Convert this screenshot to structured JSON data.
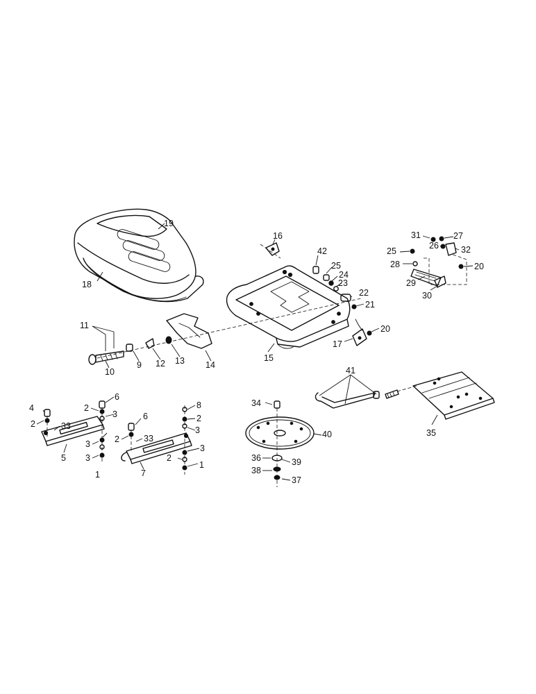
{
  "callouts": [
    {
      "id": "c1a",
      "label": "1"
    },
    {
      "id": "c1b",
      "label": "1"
    },
    {
      "id": "c2a",
      "label": "2"
    },
    {
      "id": "c2b",
      "label": "2"
    },
    {
      "id": "c2c",
      "label": "2"
    },
    {
      "id": "c2d",
      "label": "2"
    },
    {
      "id": "c2e",
      "label": "2"
    },
    {
      "id": "c3a",
      "label": "3"
    },
    {
      "id": "c3b",
      "label": "3"
    },
    {
      "id": "c3c",
      "label": "3"
    },
    {
      "id": "c3d",
      "label": "3"
    },
    {
      "id": "c3e",
      "label": "3"
    },
    {
      "id": "c4",
      "label": "4"
    },
    {
      "id": "c5",
      "label": "5"
    },
    {
      "id": "c6a",
      "label": "6"
    },
    {
      "id": "c6b",
      "label": "6"
    },
    {
      "id": "c7",
      "label": "7"
    },
    {
      "id": "c8",
      "label": "8"
    },
    {
      "id": "c9",
      "label": "9"
    },
    {
      "id": "c10",
      "label": "10"
    },
    {
      "id": "c11",
      "label": "11"
    },
    {
      "id": "c12",
      "label": "12"
    },
    {
      "id": "c13",
      "label": "13"
    },
    {
      "id": "c14",
      "label": "14"
    },
    {
      "id": "c15",
      "label": "15"
    },
    {
      "id": "c16",
      "label": "16"
    },
    {
      "id": "c17",
      "label": "17"
    },
    {
      "id": "c18",
      "label": "18"
    },
    {
      "id": "c19",
      "label": "19"
    },
    {
      "id": "c20a",
      "label": "20"
    },
    {
      "id": "c20b",
      "label": "20"
    },
    {
      "id": "c21",
      "label": "21"
    },
    {
      "id": "c22",
      "label": "22"
    },
    {
      "id": "c23",
      "label": "23"
    },
    {
      "id": "c24",
      "label": "24"
    },
    {
      "id": "c25a",
      "label": "25"
    },
    {
      "id": "c25b",
      "label": "25"
    },
    {
      "id": "c26",
      "label": "26"
    },
    {
      "id": "c27",
      "label": "27"
    },
    {
      "id": "c28",
      "label": "28"
    },
    {
      "id": "c29",
      "label": "29"
    },
    {
      "id": "c30",
      "label": "30"
    },
    {
      "id": "c31",
      "label": "31"
    },
    {
      "id": "c32",
      "label": "32"
    },
    {
      "id": "c33a",
      "label": "33"
    },
    {
      "id": "c33b",
      "label": "33"
    },
    {
      "id": "c34",
      "label": "34"
    },
    {
      "id": "c35",
      "label": "35"
    },
    {
      "id": "c36",
      "label": "36"
    },
    {
      "id": "c37",
      "label": "37"
    },
    {
      "id": "c38",
      "label": "38"
    },
    {
      "id": "c39",
      "label": "39"
    },
    {
      "id": "c40",
      "label": "40"
    },
    {
      "id": "c41",
      "label": "41"
    },
    {
      "id": "c42",
      "label": "42"
    }
  ]
}
